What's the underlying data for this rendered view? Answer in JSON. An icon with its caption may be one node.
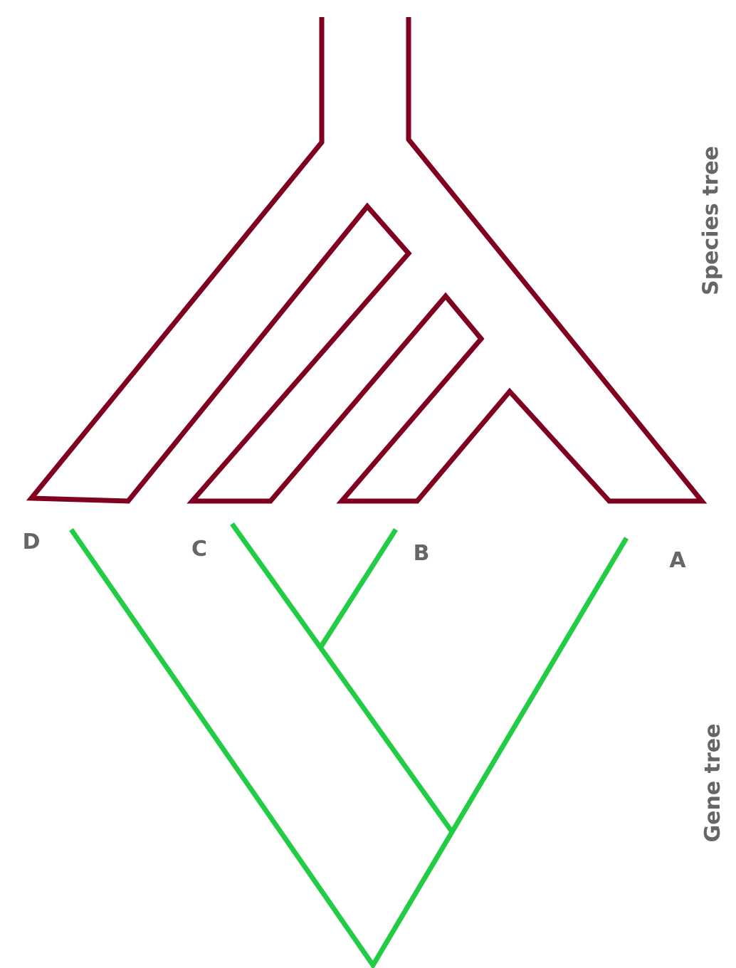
{
  "diagram": {
    "labels": [
      "Species tree",
      "D",
      "C",
      "B",
      "A",
      "Gene tree"
    ]
  }
}
